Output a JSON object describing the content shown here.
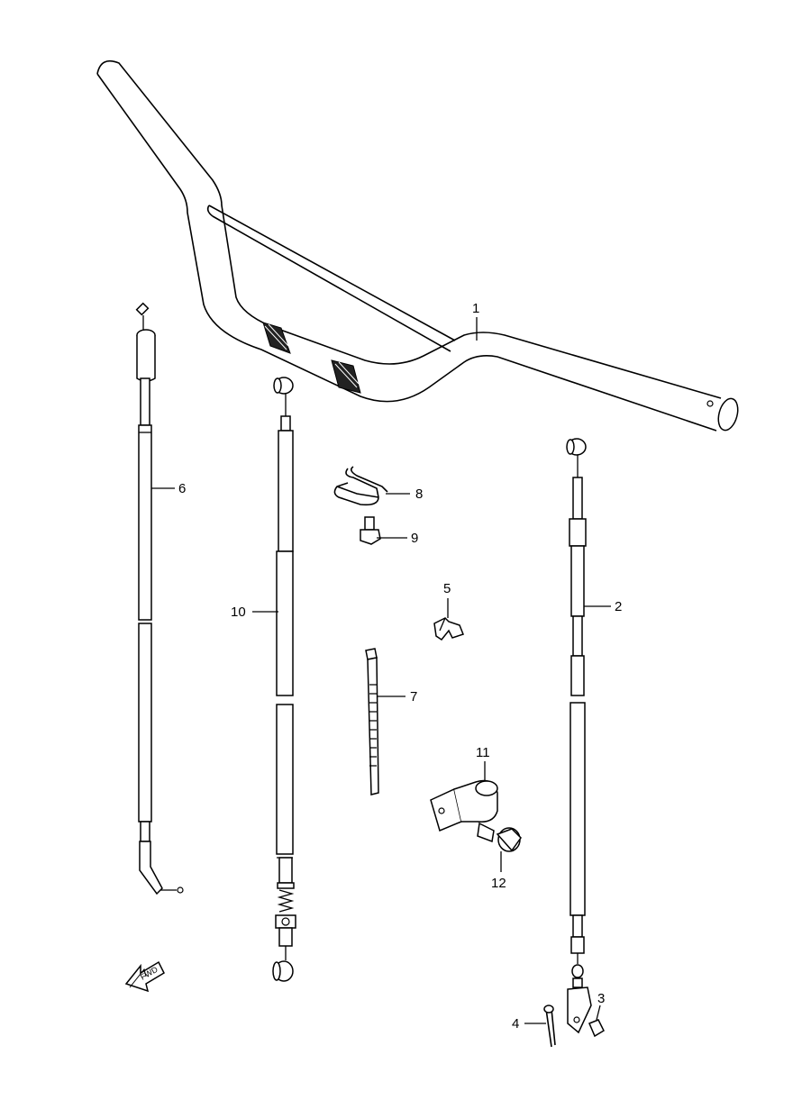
{
  "callouts": {
    "c1": "1",
    "c2": "2",
    "c3": "3",
    "c4": "4",
    "c5": "5",
    "c6": "6",
    "c7": "7",
    "c8": "8",
    "c9": "9",
    "c10": "10",
    "c11": "11",
    "c12": "12"
  },
  "fwd_label": "FWD"
}
